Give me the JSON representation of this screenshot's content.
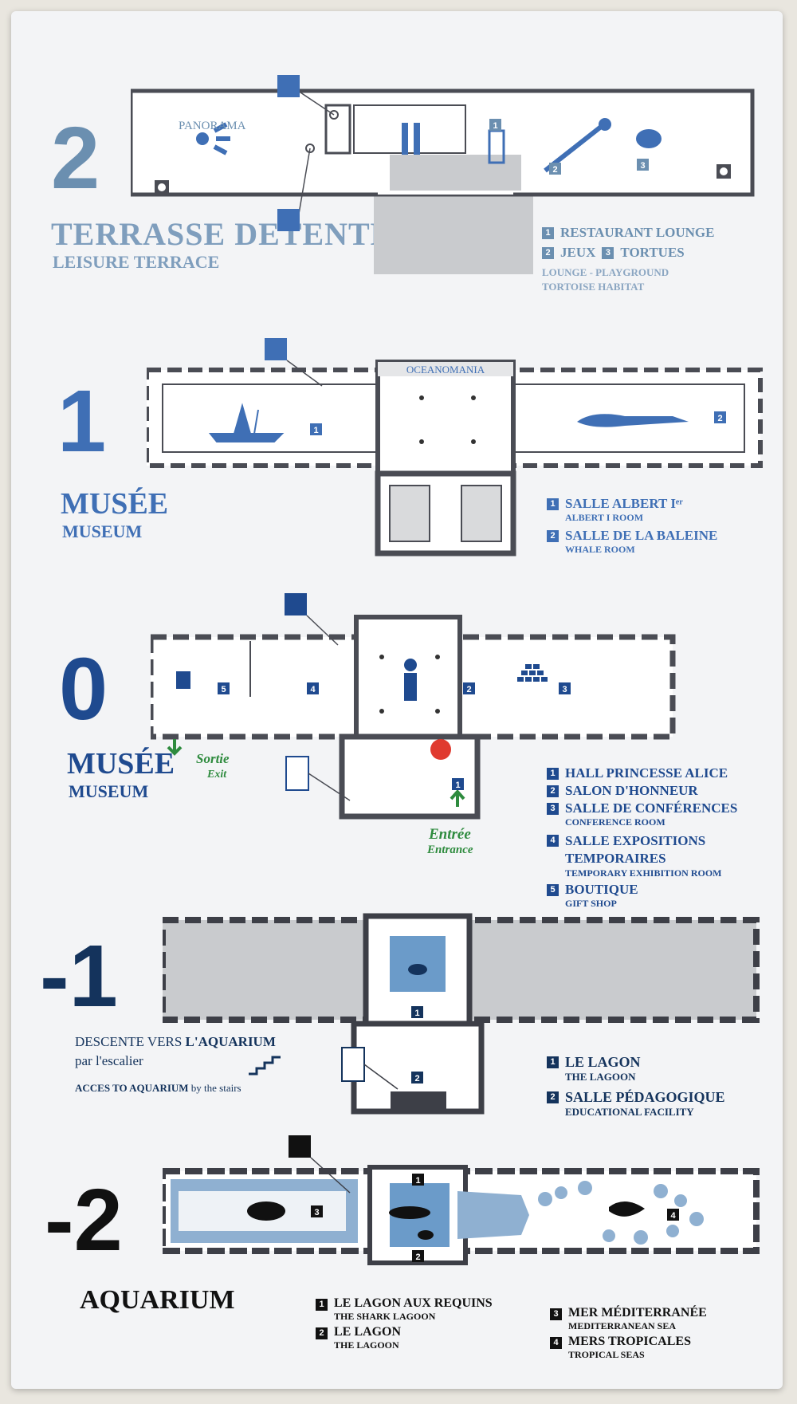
{
  "colors": {
    "floor2": "#6b8fb0",
    "floor1": "#3f6fb5",
    "floor0": "#1f4a8f",
    "floorm1": "#14335c",
    "floorm2": "#111111",
    "exit_green": "#2e8b3e",
    "you_are_here": "#e03a2f"
  },
  "floor2": {
    "number": "2",
    "title_fr": "TERRASSE DETENTE",
    "title_en": "LEISURE TERRACE",
    "panorama_label": "PANORAMA",
    "legend": [
      {
        "badge": "1",
        "text": "RESTAURANT LOUNGE"
      },
      {
        "badge": "2",
        "text": "JEUX"
      },
      {
        "badge": "3",
        "text": "TORTUES"
      }
    ],
    "legend_en_line1": "LOUNGE - PLAYGROUND",
    "legend_en_line2": "TORTOISE HABITAT"
  },
  "floor1": {
    "number": "1",
    "title_fr": "MUSÉE",
    "title_en": "MUSEUM",
    "oceanomania_label": "OCEANOMANIA",
    "legend": [
      {
        "badge": "1",
        "fr": "SALLE ALBERT Iᵉʳ",
        "en": "ALBERT I ROOM"
      },
      {
        "badge": "2",
        "fr": "SALLE DE LA BALEINE",
        "en": "WHALE ROOM"
      }
    ]
  },
  "floor0": {
    "number": "0",
    "title_fr": "MUSÉE",
    "title_en": "MUSEUM",
    "exit_fr": "Sortie",
    "exit_en": "Exit",
    "entrance_fr": "Entrée",
    "entrance_en": "Entrance",
    "legend": [
      {
        "badge": "1",
        "fr": "HALL PRINCESSE ALICE",
        "en": ""
      },
      {
        "badge": "2",
        "fr": "SALON D'HONNEUR",
        "en": ""
      },
      {
        "badge": "3",
        "fr": "SALLE DE CONFÉRENCES",
        "en": "CONFERENCE ROOM"
      },
      {
        "badge": "4",
        "fr": "SALLE EXPOSITIONS TEMPORAIRES",
        "en": "TEMPORARY EXHIBITION ROOM"
      },
      {
        "badge": "5",
        "fr": "BOUTIQUE",
        "en": "GIFT SHOP"
      }
    ]
  },
  "floorm1": {
    "number": "-1",
    "desc_line1_a": "DESCENTE VERS ",
    "desc_line1_b": "L'AQUARIUM",
    "desc_line2": "par l'escalier",
    "desc_en_a": "ACCES TO AQUARIUM",
    "desc_en_b": " by the stairs",
    "legend": [
      {
        "badge": "1",
        "fr": "LE LAGON",
        "en": "THE LAGOON"
      },
      {
        "badge": "2",
        "fr": "SALLE PÉDAGOGIQUE",
        "en": "EDUCATIONAL FACILITY"
      }
    ]
  },
  "floorm2": {
    "number": "-2",
    "title_fr": "AQUARIUM",
    "legend": [
      {
        "badge": "1",
        "fr": "LE LAGON AUX REQUINS",
        "en": "THE SHARK LAGOON"
      },
      {
        "badge": "2",
        "fr": "LE LAGON",
        "en": "THE LAGOON"
      },
      {
        "badge": "3",
        "fr": "MER MÉDITERRANÉE",
        "en": "MEDITERRANEAN SEA"
      },
      {
        "badge": "4",
        "fr": "MERS TROPICALES",
        "en": "TROPICAL SEAS"
      }
    ]
  },
  "plan_badges": {
    "f2": [
      "1",
      "2",
      "3"
    ],
    "f1": [
      "1",
      "2"
    ],
    "f0": [
      "1",
      "2",
      "3",
      "4",
      "5"
    ],
    "fm1": [
      "1",
      "2"
    ],
    "fm2": [
      "1",
      "2",
      "3",
      "4"
    ]
  }
}
